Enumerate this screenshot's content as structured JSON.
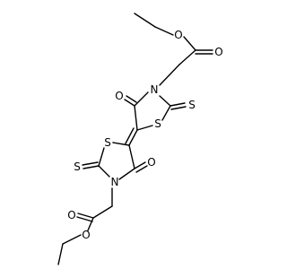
{
  "atoms": {
    "o_ester_carbonyl_top": "O",
    "o_ester_link_top": "O",
    "n_top": "N",
    "o_ring_top": "O",
    "s_thione_top": "S",
    "s_ring_top": "S",
    "s_ring_bottom": "S",
    "o_ring_bottom": "O",
    "s_thione_bottom": "S",
    "n_bottom": "N",
    "o_ester_carbonyl_bottom": "O",
    "o_ester_link_bottom": "O"
  },
  "colors": {
    "bond": "#000000",
    "label": "#000000",
    "background": "#ffffff"
  }
}
